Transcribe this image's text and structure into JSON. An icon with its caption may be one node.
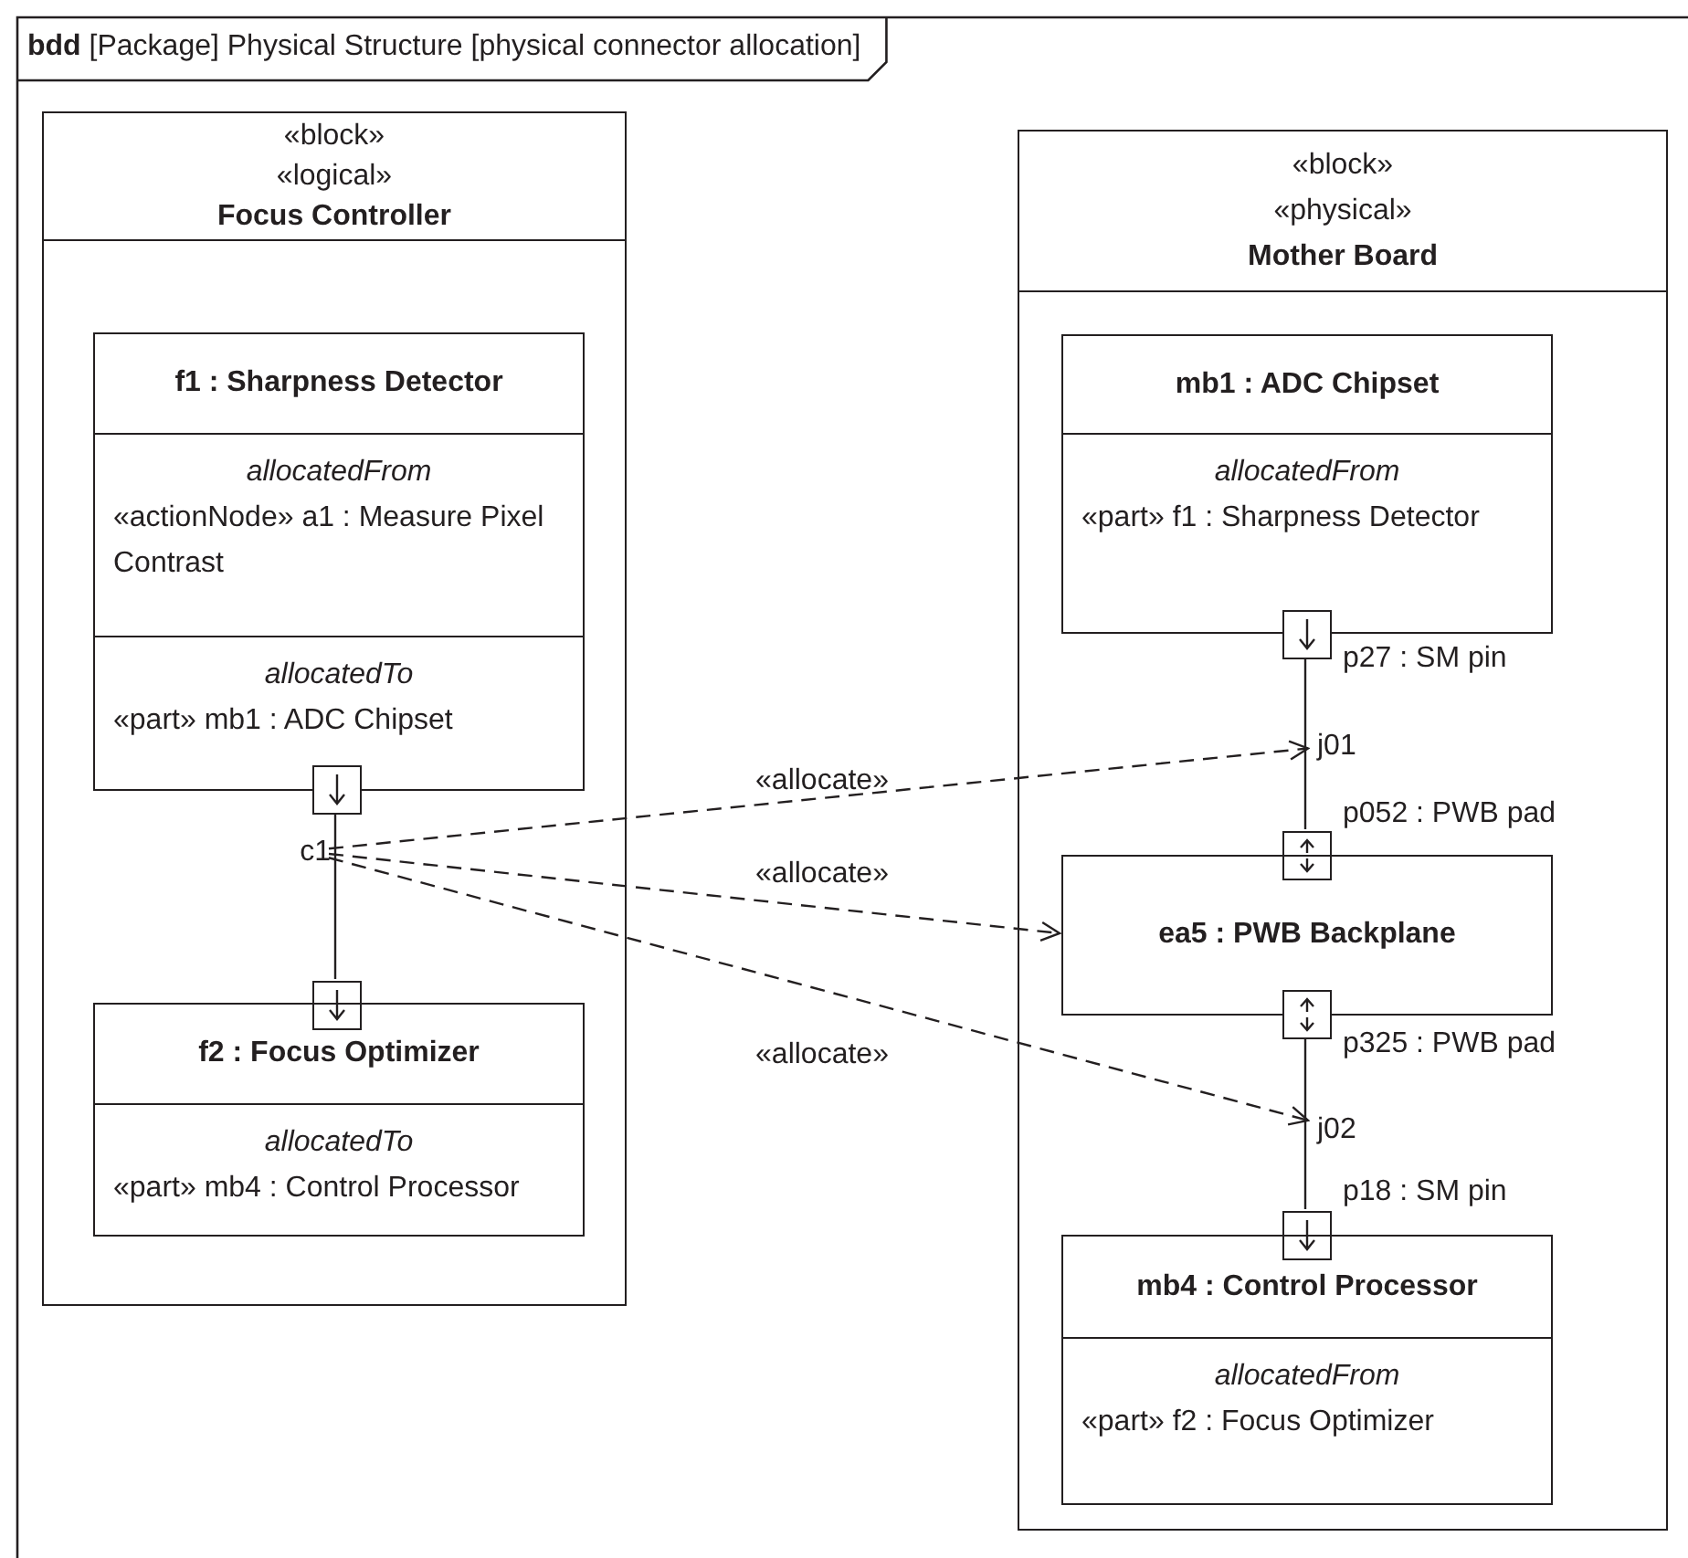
{
  "diagram": {
    "title": "**bdd** [Package] Physical Structure [physical connector allocation]",
    "nodes": [
      {
        "text": [
          "«block»",
          "«logical»",
          "Focus Controller"
        ]
      },
      {
        "text": [
          "f1 : Sharpness Detector",
          "allocatedFrom",
          "«actionNode» a1 : Measure Pixel Contrast",
          "allocatedTo",
          "«part» mb1 : ADC Chipset"
        ],
        "in": 0
      },
      {
        "text": [],
        "shape": "box",
        "in": 0
      },
      {
        "text": [
          "c1"
        ],
        "in": 0
      },
      {
        "text": [],
        "shape": "box",
        "in": 0
      },
      {
        "text": [
          "f2 : Focus Optimizer",
          "allocatedTo",
          "«part» mb4 : Control Processor"
        ],
        "in": 0
      },
      {
        "text": [
          "«block»",
          "«physical»",
          "Mother Board"
        ]
      },
      {
        "text": [
          "mb1 : ADC Chipset",
          "allocatedFrom",
          "«part» f1 : Sharpness Detector"
        ],
        "in": 6
      },
      {
        "text": [],
        "shape": "box",
        "in": 6,
        "beside": [
          "p27 : SM pin"
        ]
      },
      {
        "text": [
          "j01"
        ],
        "in": 6
      },
      {
        "text": [],
        "shape": "box",
        "in": 6,
        "beside": [
          "p052 : PWB pad"
        ]
      },
      {
        "text": [
          "ea5 : PWB Backplane"
        ],
        "in": 6
      },
      {
        "text": [],
        "shape": "box",
        "in": 6,
        "beside": [
          "p325 : PWB pad"
        ]
      },
      {
        "text": [
          "j02"
        ],
        "in": 6
      },
      {
        "text": [],
        "shape": "box",
        "in": 6,
        "beside": [
          "p18 : SM pin"
        ]
      },
      {
        "text": [
          "mb4 : Control Processor",
          "allocatedFrom",
          "«part» f2 : Focus Optimizer"
        ],
        "in": 6
      }
    ],
    "edges": [
      {
        "from": 2,
        "to": 4,
        "arrow": "none"
      },
      {
        "from": 8,
        "to": 10,
        "arrow": "none"
      },
      {
        "from": 12,
        "to": 14,
        "arrow": "none"
      },
      {
        "from": 3,
        "to": 9,
        "arrow": "to",
        "style": "dashed",
        "label": "«allocate»"
      },
      {
        "from": 3,
        "to": 11,
        "arrow": "to",
        "style": "dashed",
        "label": "«allocate»"
      },
      {
        "from": 3,
        "to": 13,
        "arrow": "to",
        "style": "dashed",
        "label": "«allocate»"
      }
    ]
  }
}
